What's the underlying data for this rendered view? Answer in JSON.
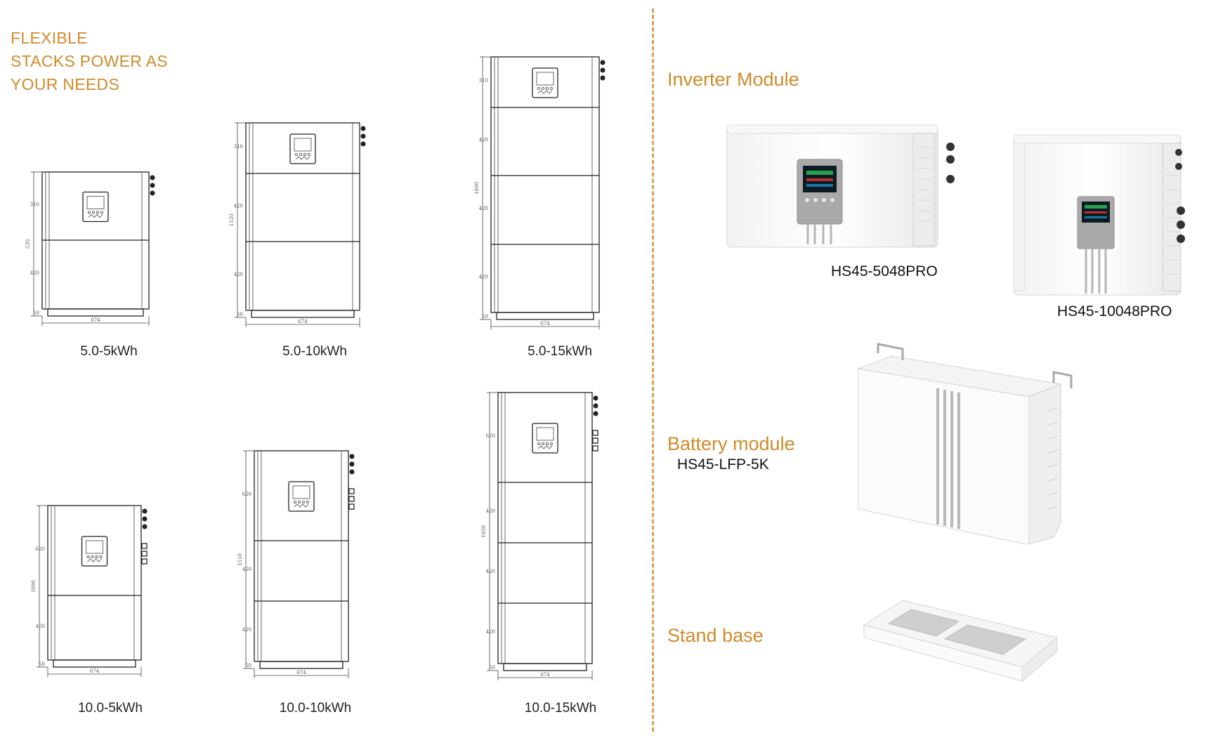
{
  "headline": [
    "FLEXIBLE",
    "STACKS POWER AS",
    "YOUR NEEDS"
  ],
  "stacks": [
    {
      "caption": "5.0-5kWh",
      "height_label": "530",
      "modules": [
        "310",
        "420"
      ],
      "width_label": "674",
      "base": "50"
    },
    {
      "caption": "5.0-10kWh",
      "height_label": "1120",
      "modules": [
        "310",
        "420",
        "420"
      ],
      "width_label": "674",
      "base": "50"
    },
    {
      "caption": "5.0-15kWh",
      "height_label": "1600",
      "modules": [
        "310",
        "420",
        "420",
        "420"
      ],
      "width_label": "674",
      "base": "50"
    },
    {
      "caption": "10.0-5kWh",
      "height_label": "1090",
      "modules": [
        "620",
        "420"
      ],
      "width_label": "674",
      "base": "50"
    },
    {
      "caption": "10.0-10kWh",
      "height_label": "1510",
      "modules": [
        "620",
        "420",
        "420"
      ],
      "width_label": "674",
      "base": "50"
    },
    {
      "caption": "10.0-15kWh",
      "height_label": "1930",
      "modules": [
        "620",
        "420",
        "420",
        "420"
      ],
      "width_label": "674",
      "base": "50"
    }
  ],
  "sections": {
    "inverter": {
      "title": "Inverter Module",
      "models": [
        "HS45-5048PRO",
        "HS45-10048PRO"
      ]
    },
    "battery": {
      "title": "Battery module",
      "model": "HS45-LFP-5K"
    },
    "stand": {
      "title": "Stand base"
    }
  },
  "colors": {
    "accent": "#d18a2a",
    "divider": "#d9a255",
    "line": "#222222"
  }
}
